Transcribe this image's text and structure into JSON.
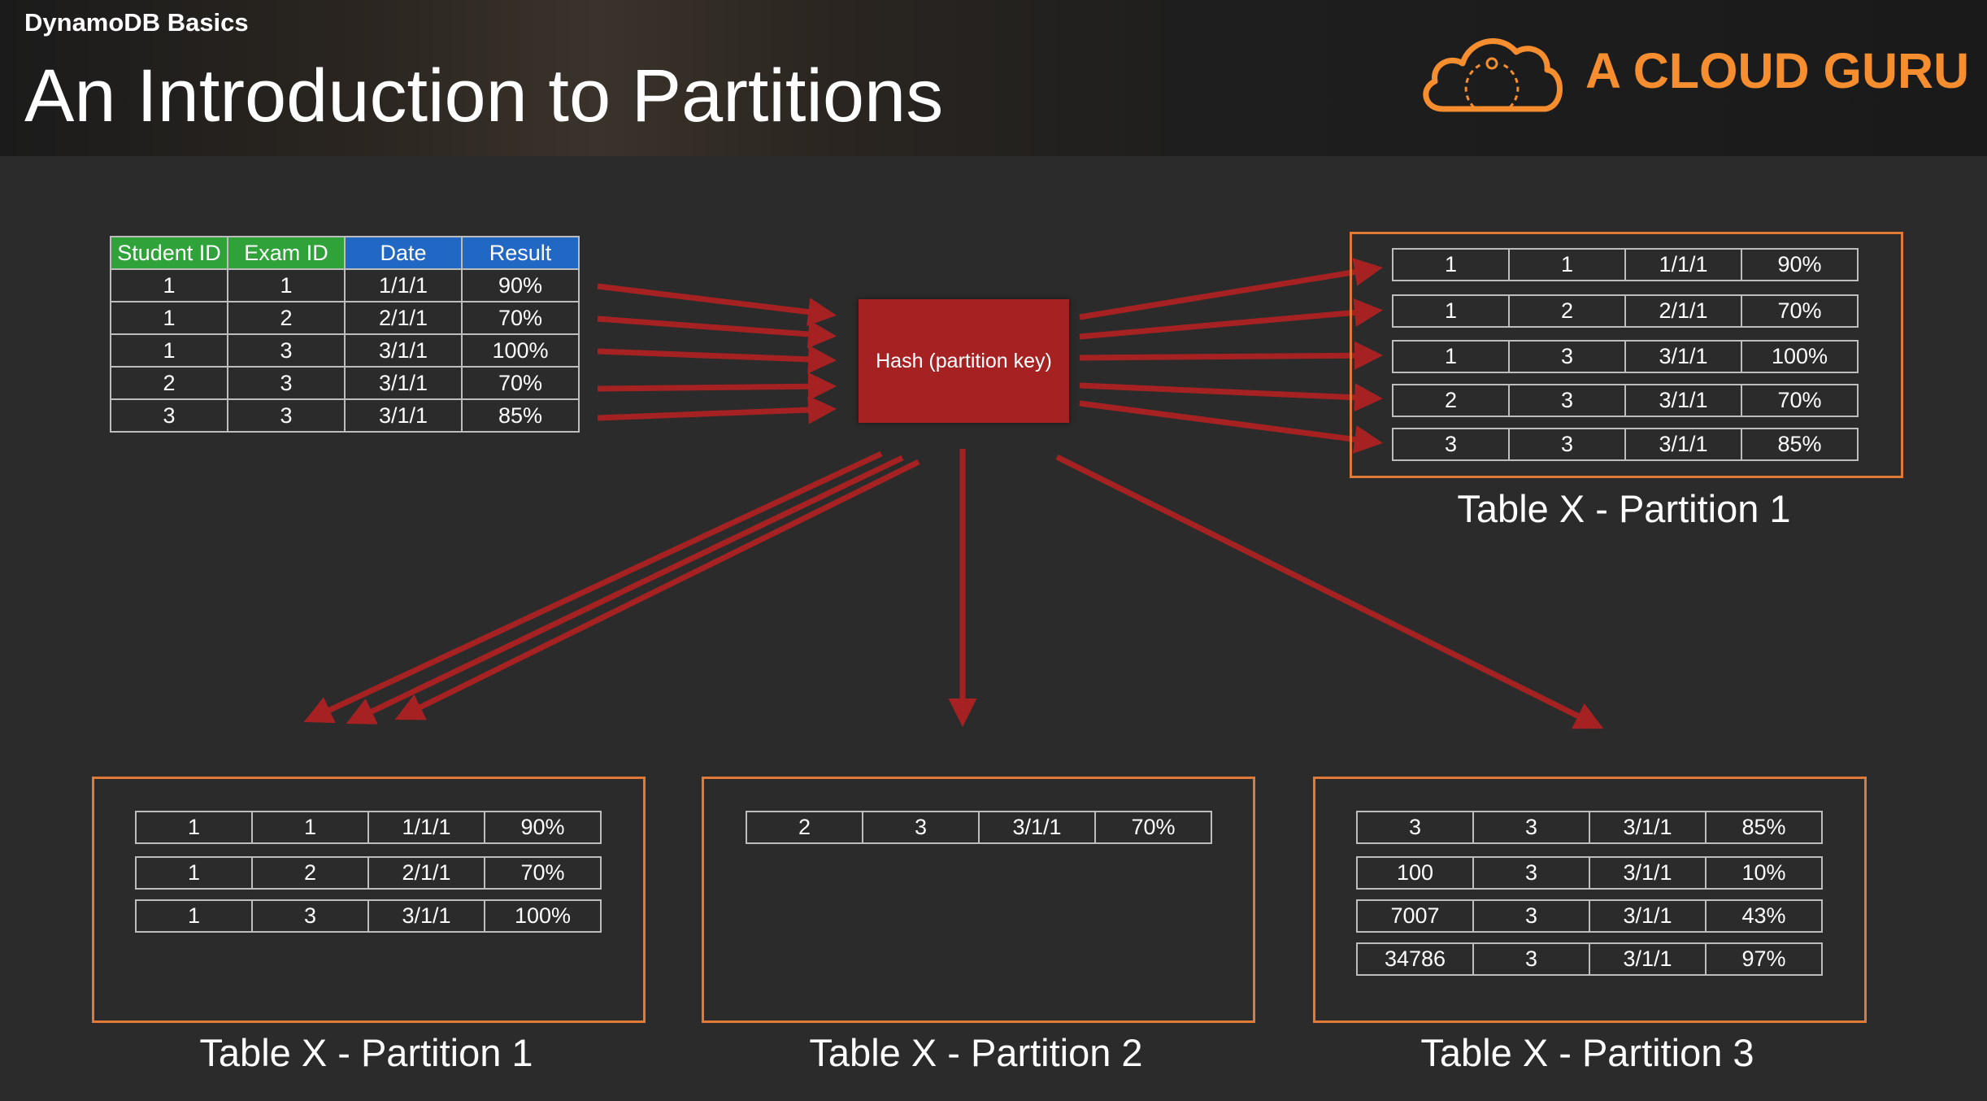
{
  "header": {
    "subtitle": "DynamoDB Basics",
    "title": "An Introduction to Partitions",
    "logo_text": "A CLOUD GURU",
    "logo_icon": "cloud-icon",
    "brand_color": "#f68d2e"
  },
  "colors": {
    "arrow": "#a62222",
    "partition_border": "#e07a36",
    "header_green": "#2fa33a",
    "header_blue": "#2167c4"
  },
  "source_table": {
    "headers": [
      "Student ID",
      "Exam ID",
      "Date",
      "Result"
    ],
    "rows": [
      [
        "1",
        "1",
        "1/1/1",
        "90%"
      ],
      [
        "1",
        "2",
        "2/1/1",
        "70%"
      ],
      [
        "1",
        "3",
        "3/1/1",
        "100%"
      ],
      [
        "2",
        "3",
        "3/1/1",
        "70%"
      ],
      [
        "3",
        "3",
        "3/1/1",
        "85%"
      ]
    ]
  },
  "hash_box": {
    "label": "Hash (partition key)"
  },
  "partition_top": {
    "label": "Table X - Partition 1",
    "rows": [
      [
        "1",
        "1",
        "1/1/1",
        "90%"
      ],
      [
        "1",
        "2",
        "2/1/1",
        "70%"
      ],
      [
        "1",
        "3",
        "3/1/1",
        "100%"
      ],
      [
        "2",
        "3",
        "3/1/1",
        "70%"
      ],
      [
        "3",
        "3",
        "3/1/1",
        "85%"
      ]
    ]
  },
  "partitions": [
    {
      "label": "Table X - Partition 1",
      "rows": [
        [
          "1",
          "1",
          "1/1/1",
          "90%"
        ],
        [
          "1",
          "2",
          "2/1/1",
          "70%"
        ],
        [
          "1",
          "3",
          "3/1/1",
          "100%"
        ]
      ]
    },
    {
      "label": "Table X - Partition 2",
      "rows": [
        [
          "2",
          "3",
          "3/1/1",
          "70%"
        ]
      ]
    },
    {
      "label": "Table X - Partition 3",
      "rows": [
        [
          "3",
          "3",
          "3/1/1",
          "85%"
        ],
        [
          "100",
          "3",
          "3/1/1",
          "10%"
        ],
        [
          "7007",
          "3",
          "3/1/1",
          "43%"
        ],
        [
          "34786",
          "3",
          "3/1/1",
          "97%"
        ]
      ]
    }
  ]
}
